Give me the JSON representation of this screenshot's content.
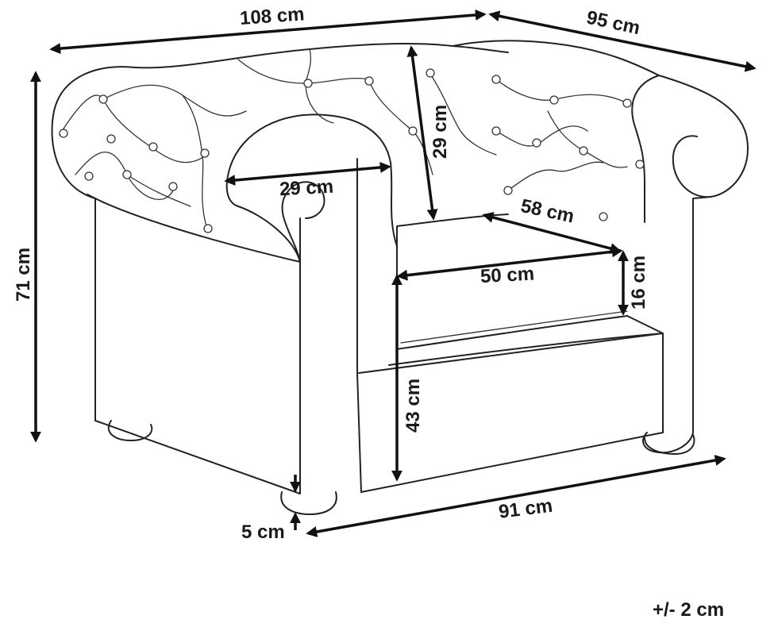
{
  "diagram": {
    "subject": "armchair-dimensions",
    "labels": {
      "total_width": "108 cm",
      "total_depth": "95 cm",
      "total_height": "71 cm",
      "backrest_height": "29 cm",
      "armrest_width": "29 cm",
      "seat_depth": "58 cm",
      "seat_width": "50 cm",
      "cushion_height": "16 cm",
      "seat_height": "43 cm",
      "front_width": "91 cm",
      "leg_height": "5 cm",
      "tolerance": "+/- 2 cm"
    }
  }
}
